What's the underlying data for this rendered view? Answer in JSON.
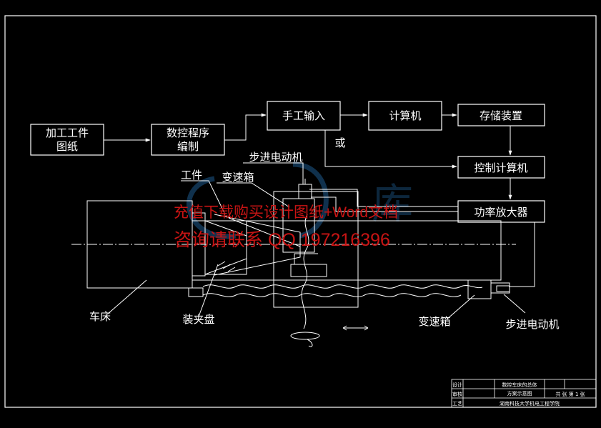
{
  "boxes": {
    "workpiece_drawing": [
      "加工工件",
      "图纸"
    ],
    "nc_programming": [
      "数控程序",
      "编制"
    ],
    "manual_input": "手工输入",
    "computer": "计算机",
    "storage": "存储装置",
    "control_computer": "控制计算机",
    "power_amplifier": "功率放大器"
  },
  "labels": {
    "or": "或",
    "stepper_motor_top": "步进电动机",
    "gearbox_top": "变速箱",
    "workpiece": "工件",
    "lathe": "车床",
    "chuck": "装夹盘",
    "gearbox_bottom": "变速箱",
    "stepper_motor_bottom": "步进电动机"
  },
  "watermark": {
    "line1": "充值下载购买设计图纸+Word文档",
    "line2": "咨询请联系  QQ 197216396",
    "color": "#c81414"
  },
  "title_block": {
    "design": "设计",
    "check": "审核",
    "process": "工艺",
    "drawing_title_1": "数控车床的总体",
    "drawing_title_2": "方案示意图",
    "page_info": "共 张  第 1 张",
    "footer": "湖南科技大学机电工程学院"
  },
  "colors": {
    "background": "#000000",
    "lines": "#ffffff",
    "watermark_logo": "#1e5a8c"
  }
}
